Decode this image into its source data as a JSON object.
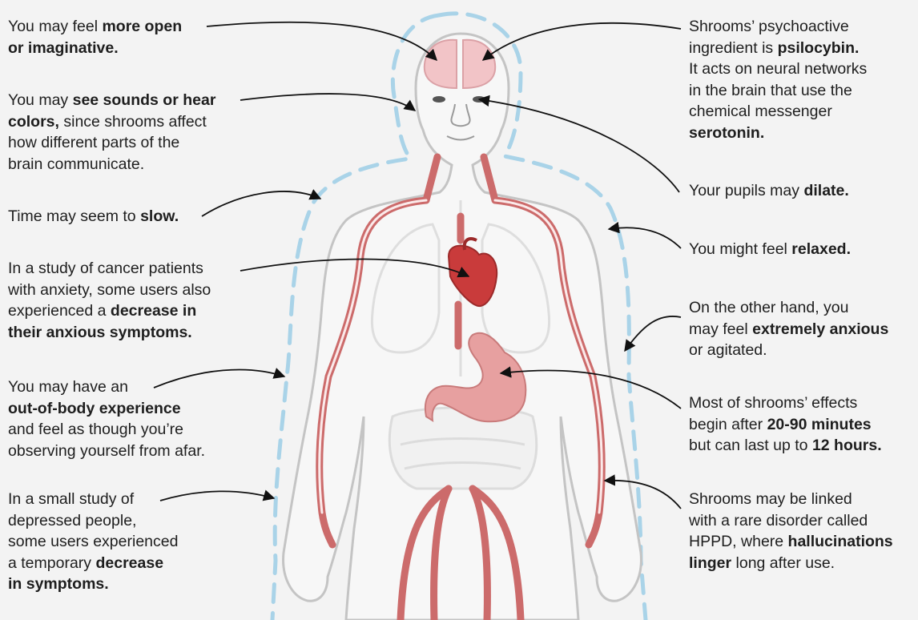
{
  "colors": {
    "background": "#f3f3f3",
    "body_fill": "#f7f7f7",
    "body_outline": "#c4c4c4",
    "aura": "#a9d3e8",
    "vessel": "#cc6b6b",
    "heart": "#c93b3b",
    "stomach": "#e7a0a0",
    "brain": "#f2c4c7",
    "text": "#1e1e1e"
  },
  "callouts": [
    {
      "id": "open",
      "side": "left",
      "lines": [
        [
          {
            "t": "You may feel "
          },
          {
            "t": "more open",
            "b": true
          }
        ],
        [
          {
            "t": "or imaginative.",
            "b": true
          }
        ]
      ]
    },
    {
      "id": "synesthesia",
      "side": "left",
      "lines": [
        [
          {
            "t": "You may "
          },
          {
            "t": "see sounds or hear",
            "b": true
          }
        ],
        [
          {
            "t": "colors,",
            "b": true
          },
          {
            "t": " since shrooms affect"
          }
        ],
        [
          {
            "t": "how different parts of the"
          }
        ],
        [
          {
            "t": "brain communicate."
          }
        ]
      ]
    },
    {
      "id": "time",
      "side": "left",
      "lines": [
        [
          {
            "t": "Time may seem to "
          },
          {
            "t": "slow.",
            "b": true
          }
        ]
      ]
    },
    {
      "id": "cancer",
      "side": "left",
      "lines": [
        [
          {
            "t": "In a study of cancer patients"
          }
        ],
        [
          {
            "t": "with anxiety, some users also"
          }
        ],
        [
          {
            "t": "experienced a "
          },
          {
            "t": "decrease in",
            "b": true
          }
        ],
        [
          {
            "t": "their anxious symptoms.",
            "b": true
          }
        ]
      ]
    },
    {
      "id": "oob",
      "side": "left",
      "lines": [
        [
          {
            "t": "You may have an"
          }
        ],
        [
          {
            "t": "out-of-body experience",
            "b": true
          }
        ],
        [
          {
            "t": "and feel as though you’re"
          }
        ],
        [
          {
            "t": "observing yourself from afar."
          }
        ]
      ]
    },
    {
      "id": "depressed",
      "side": "left",
      "lines": [
        [
          {
            "t": "In a small study of"
          }
        ],
        [
          {
            "t": "depressed people,"
          }
        ],
        [
          {
            "t": "some users experienced"
          }
        ],
        [
          {
            "t": "a temporary "
          },
          {
            "t": "decrease",
            "b": true
          }
        ],
        [
          {
            "t": "in symptoms.",
            "b": true
          }
        ]
      ]
    },
    {
      "id": "psilocybin",
      "side": "right",
      "lines": [
        [
          {
            "t": "Shrooms’ psychoactive"
          }
        ],
        [
          {
            "t": "ingredient is "
          },
          {
            "t": "psilocybin.",
            "b": true
          }
        ],
        [
          {
            "t": "It acts on neural networks"
          }
        ],
        [
          {
            "t": "in the brain that use the"
          }
        ],
        [
          {
            "t": "chemical messenger"
          }
        ],
        [
          {
            "t": "serotonin.",
            "b": true
          }
        ]
      ]
    },
    {
      "id": "pupils",
      "side": "right",
      "lines": [
        [
          {
            "t": "Your pupils may "
          },
          {
            "t": "dilate.",
            "b": true
          }
        ]
      ]
    },
    {
      "id": "relaxed",
      "side": "right",
      "lines": [
        [
          {
            "t": "You might feel "
          },
          {
            "t": "relaxed.",
            "b": true
          }
        ]
      ]
    },
    {
      "id": "anxious",
      "side": "right",
      "lines": [
        [
          {
            "t": "On the other hand, you"
          }
        ],
        [
          {
            "t": "may feel "
          },
          {
            "t": "extremely anxious",
            "b": true
          }
        ],
        [
          {
            "t": "or agitated."
          }
        ]
      ]
    },
    {
      "id": "timing",
      "side": "right",
      "lines": [
        [
          {
            "t": "Most of shrooms’ effects"
          }
        ],
        [
          {
            "t": "begin after "
          },
          {
            "t": "20-90 minutes",
            "b": true
          }
        ],
        [
          {
            "t": "but can last up to "
          },
          {
            "t": "12 hours.",
            "b": true
          }
        ]
      ]
    },
    {
      "id": "hppd",
      "side": "right",
      "lines": [
        [
          {
            "t": "Shrooms may be linked"
          }
        ],
        [
          {
            "t": "with a rare disorder called"
          }
        ],
        [
          {
            "t": "HPPD, where "
          },
          {
            "t": "hallucinations",
            "b": true
          }
        ],
        [
          {
            "t": "linger",
            "b": true
          },
          {
            "t": " long after use."
          }
        ]
      ]
    }
  ]
}
